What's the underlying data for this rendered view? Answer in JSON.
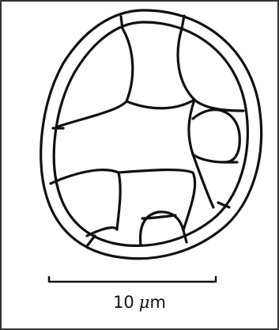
{
  "figure": {
    "scale_bar": {
      "value": "10",
      "unit_prefix": "μ",
      "unit_suffix": "m"
    },
    "colors": {
      "line": "#111111",
      "frame": "#333333",
      "background": "#ffffff"
    }
  }
}
